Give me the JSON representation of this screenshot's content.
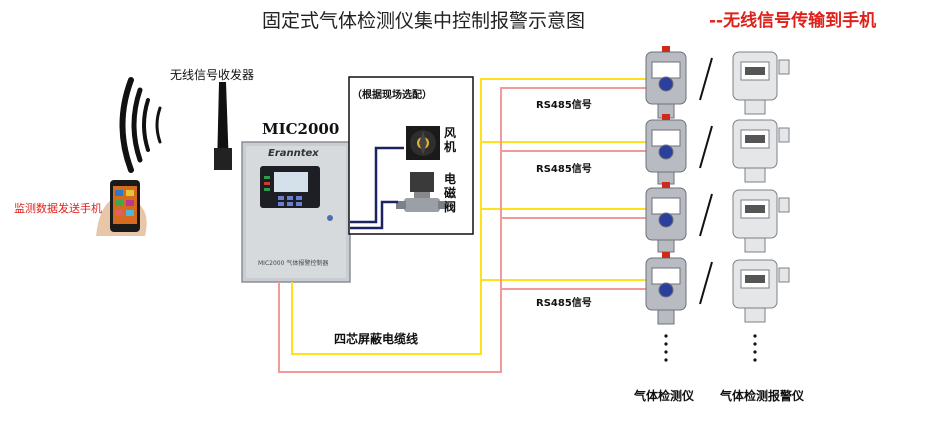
{
  "title": "固定式气体检测仪集中控制报警示意图",
  "title_highlight": "--无线信号传输到手机",
  "labels": {
    "transceiver": "无线信号收发器",
    "phone": "监测数据发送手机",
    "controller_model": "MIC2000",
    "controller_brand": "Eranntex",
    "controller_plate": "MIC2000 气体报警控制器",
    "optional_box": "（根据现场选配）",
    "fan": "风机",
    "valve": "电磁阀",
    "cable": "四芯屏蔽电缆线",
    "detector": "气体检测仪",
    "alarm": "气体检测报警仪"
  },
  "rs485_labels": [
    "RS485信号",
    "RS485信号",
    "RS485信号"
  ],
  "colors": {
    "signal_yellow": "#ffe11a",
    "signal_red": "#f09a9a",
    "cable_navy": "#1c2460",
    "title_red": "#e0201a"
  }
}
